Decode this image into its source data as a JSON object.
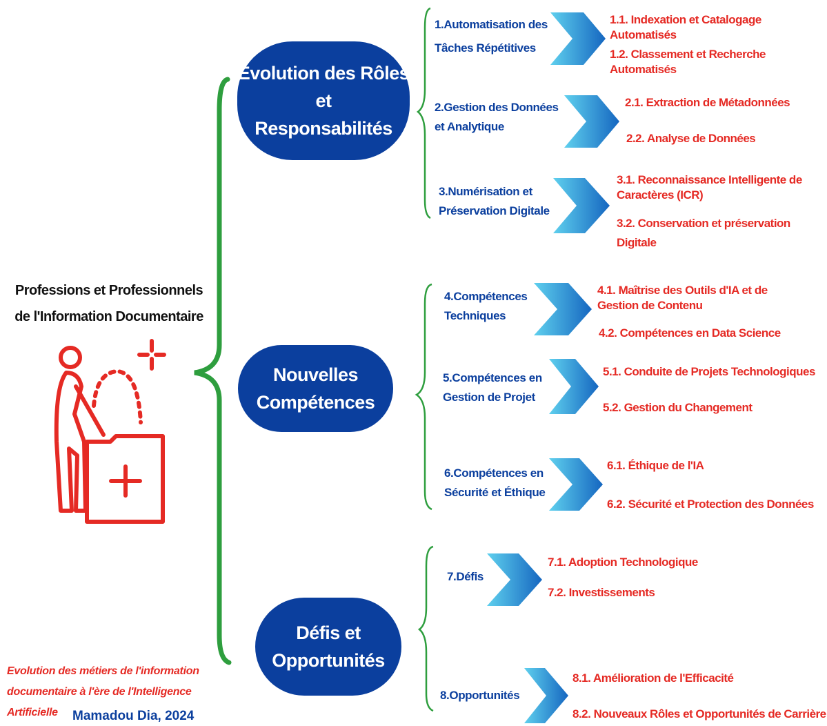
{
  "root": {
    "line1": "Professions et Professionnels",
    "line2": "de l'Information Documentaire",
    "illustration": "worker-with-folder-icon"
  },
  "branches": [
    {
      "line1": "Évolution des Rôles et",
      "line2": "Responsabilités",
      "subs": [
        {
          "line1": "1.Automatisation des",
          "line2": "Tâches Répétitives",
          "leaves": [
            "1.1. Indexation et Catalogage Automatisés",
            "1.2. Classement et Recherche Automatisés"
          ]
        },
        {
          "line1": "2.Gestion des Données",
          "line2": "et Analytique",
          "leaves": [
            "2.1. Extraction de Métadonnées",
            "2.2. Analyse de Données"
          ]
        },
        {
          "line1": "3.Numérisation et",
          "line2": "Préservation Digitale",
          "leaves": [
            "3.1. Reconnaissance Intelligente de Caractères (ICR)",
            "3.2. Conservation et préservation Digitale"
          ]
        }
      ]
    },
    {
      "line1": "Nouvelles",
      "line2": "Compétences",
      "subs": [
        {
          "line1": "4.Compétences",
          "line2": "Techniques",
          "leaves": [
            "4.1. Maîtrise des Outils d'IA et de Gestion de Contenu",
            "4.2. Compétences en Data Science"
          ]
        },
        {
          "line1": "5.Compétences en",
          "line2": "Gestion de Projet",
          "leaves": [
            "5.1. Conduite de Projets Technologiques",
            "5.2. Gestion du Changement"
          ]
        },
        {
          "line1": "6.Compétences en",
          "line2": "Sécurité et Éthique",
          "leaves": [
            "6.1. Éthique de l'IA",
            "6.2. Sécurité et Protection des Données"
          ]
        }
      ]
    },
    {
      "line1": "Défis et",
      "line2": "Opportunités",
      "subs": [
        {
          "line1": "7.Défis",
          "line2": "",
          "leaves": [
            "7.1. Adoption Technologique",
            "7.2. Investissements"
          ]
        },
        {
          "line1": "8.Opportunités",
          "line2": "",
          "leaves": [
            "8.1. Amélioration de l'Efficacité",
            "8.2. Nouveaux Rôles et Opportunités de Carrière"
          ]
        }
      ]
    }
  ],
  "caption": {
    "line1": "Evolution des métiers de l'information",
    "line2": "documentaire à l'ère de  l'Intelligence",
    "line3": "Artificielle"
  },
  "author": "Mamadou Dia, 2024",
  "colors": {
    "branch_fill": "#0b3f9e",
    "sub_text": "#0b3f9e",
    "leaf_text": "#e52a24",
    "connector": "#2e9e3e",
    "arrow_light": "#5fd0ee",
    "arrow_dark": "#1566c0",
    "icon": "#e52a24"
  }
}
